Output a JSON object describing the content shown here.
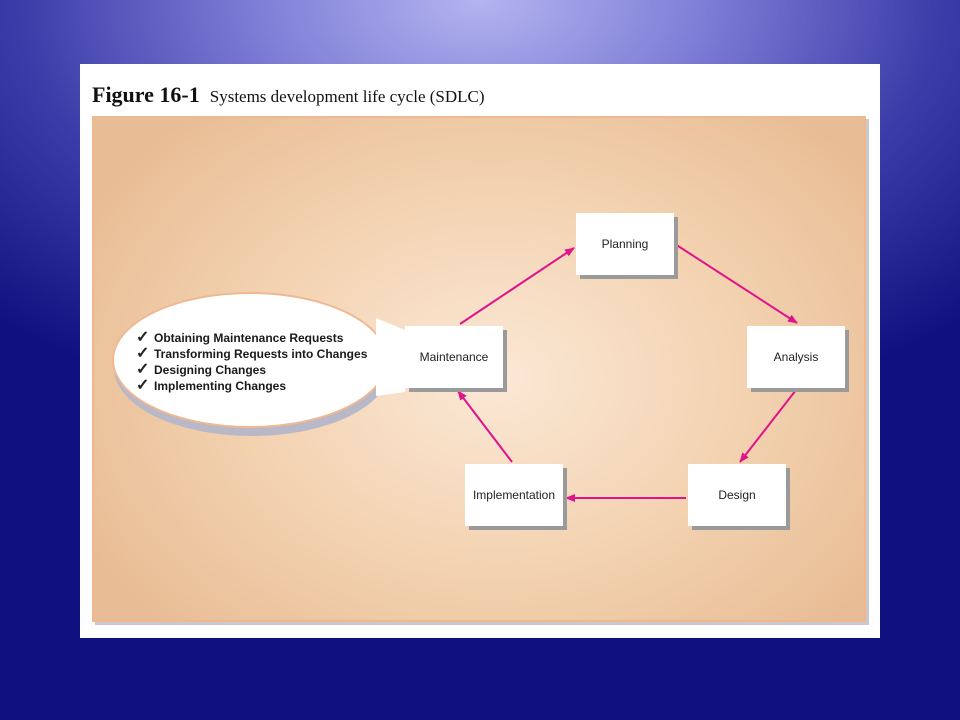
{
  "figure": {
    "label": "Figure 16-1",
    "title": "Systems development life cycle (SDLC)"
  },
  "phases": {
    "planning": "Planning",
    "analysis": "Analysis",
    "design": "Design",
    "implementation": "Implementation",
    "maintenance": "Maintenance"
  },
  "maintenance_tasks": [
    "Obtaining Maintenance Requests",
    "Transforming Requests into Changes",
    "Designing Changes",
    "Implementing Changes"
  ],
  "icons": {
    "task_marker": "check-icon"
  },
  "colors": {
    "arrow": "#e0128c",
    "diagram_fill": "#f3d2b0",
    "diagram_border": "#f0b890"
  }
}
